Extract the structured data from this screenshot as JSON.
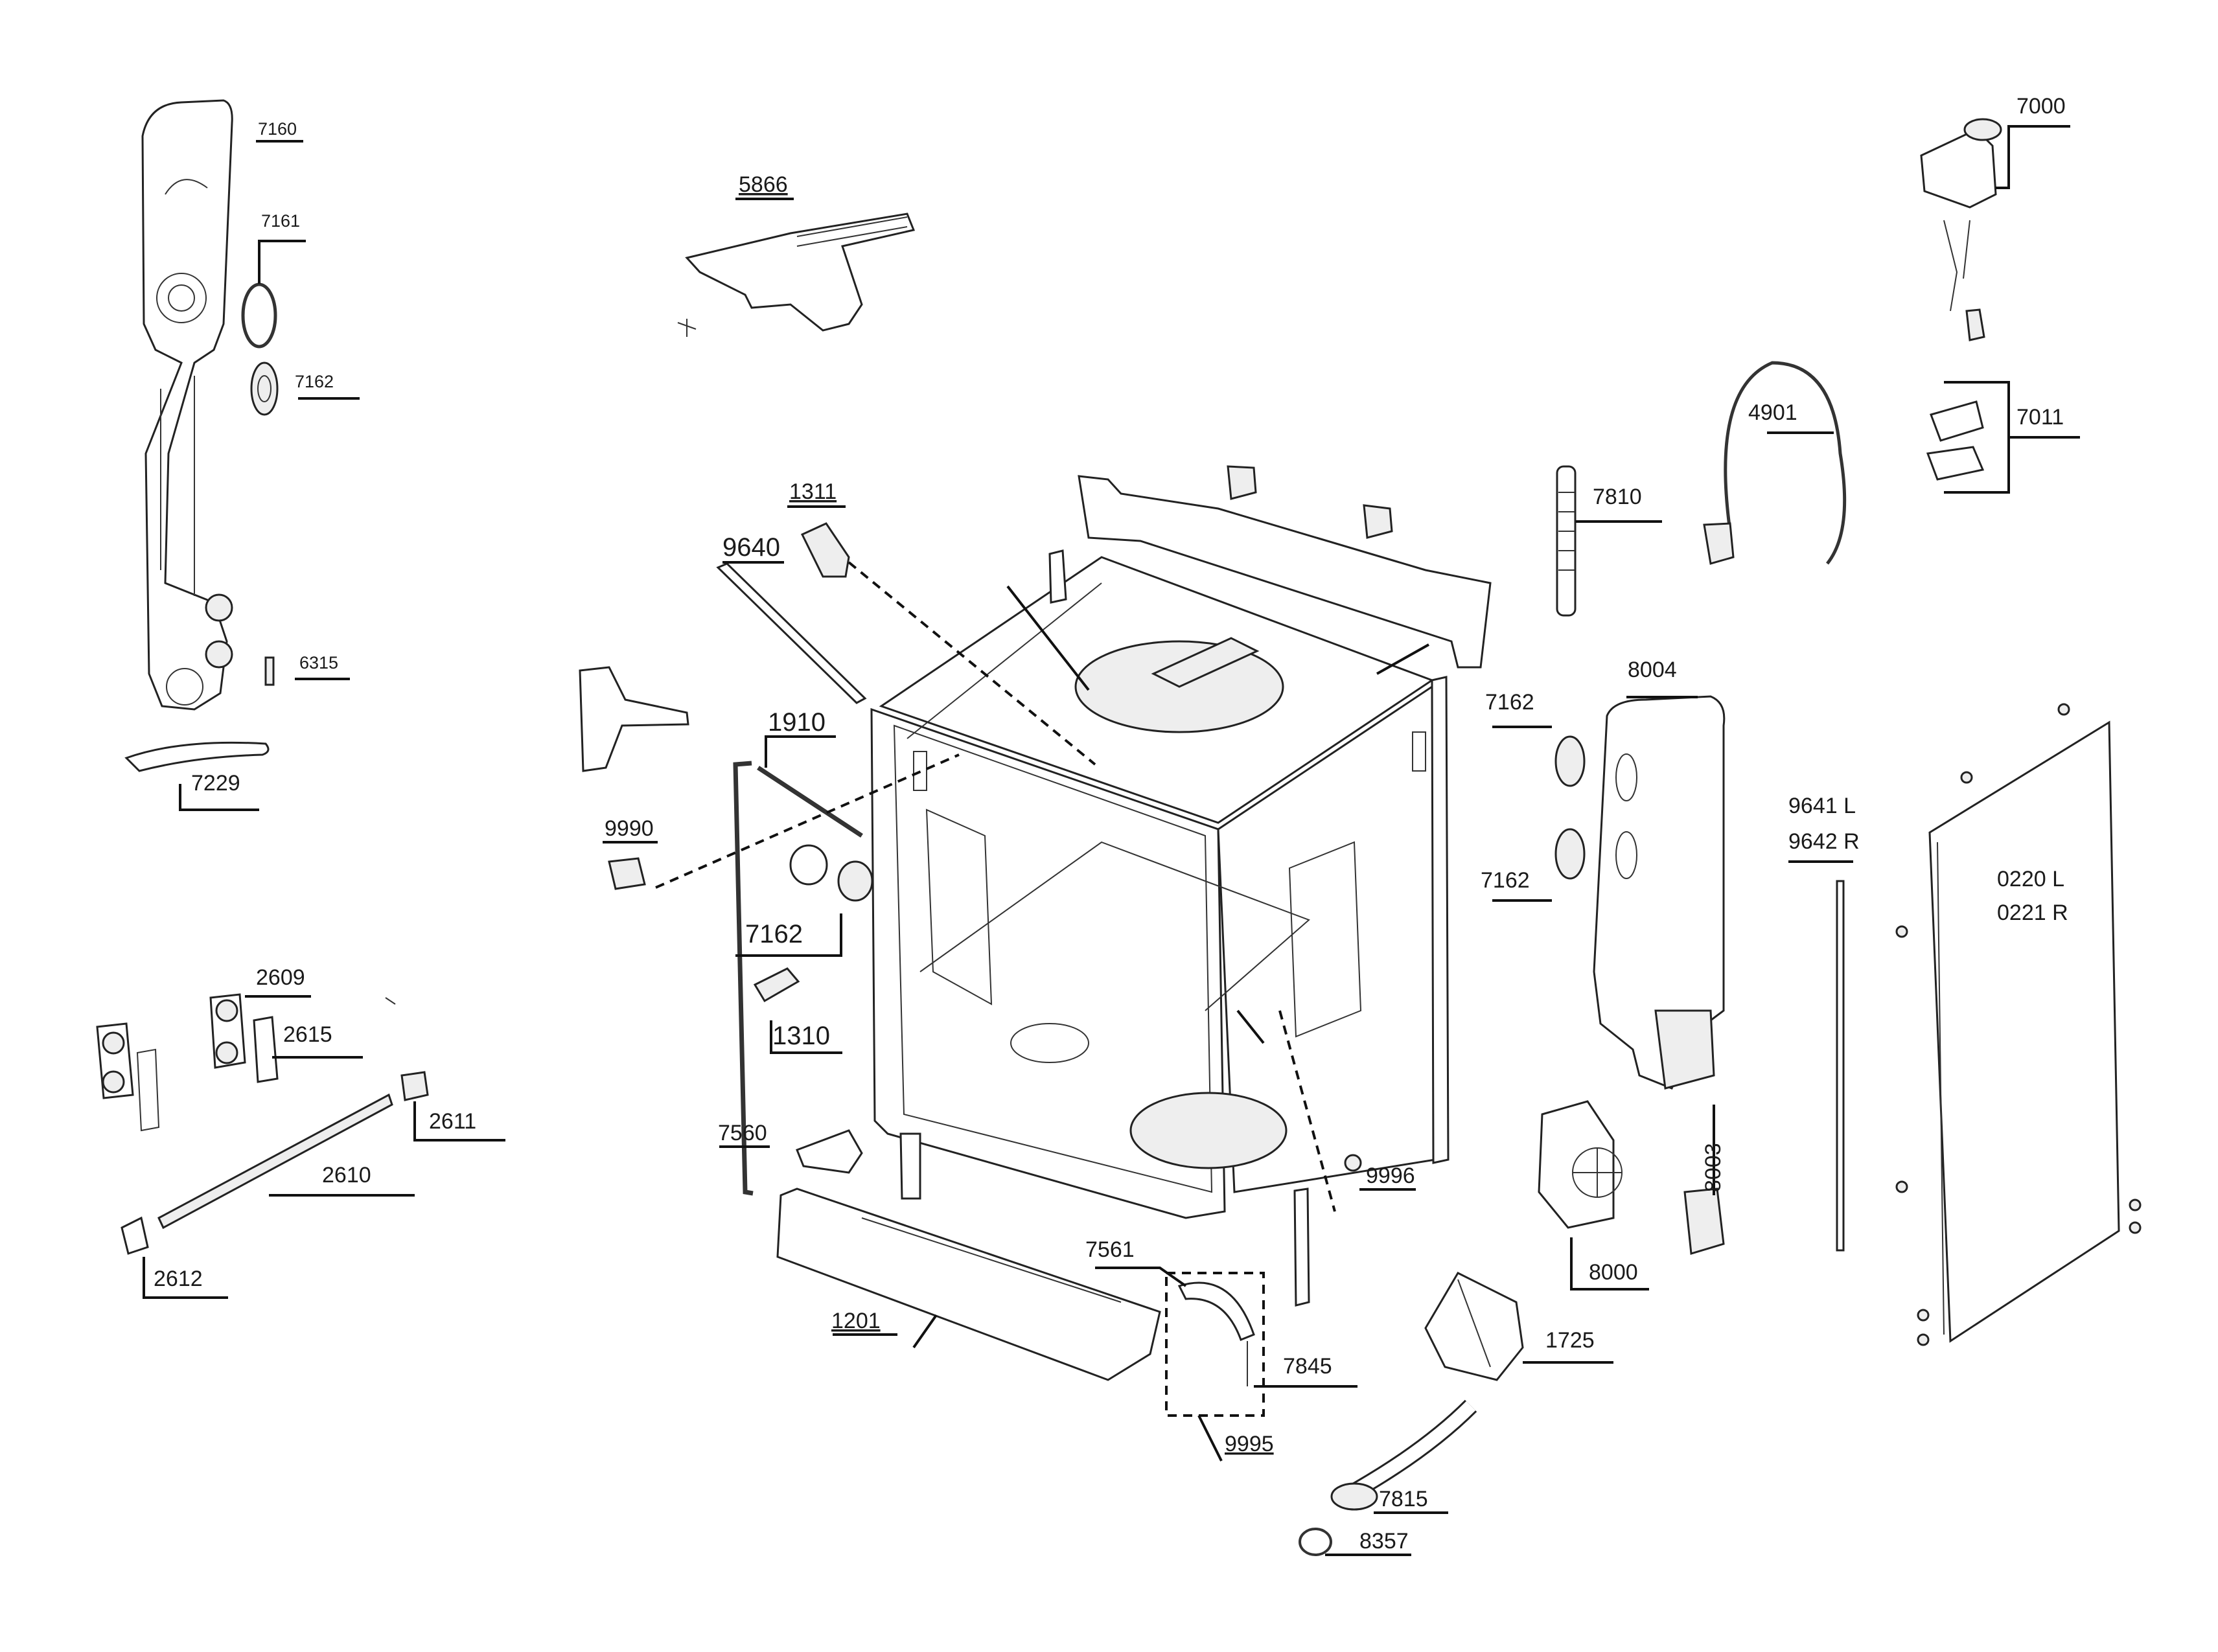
{
  "parts": [
    {
      "id": "7160",
      "label": "7160"
    },
    {
      "id": "7161",
      "label": "7161"
    },
    {
      "id": "7162a",
      "label": "7162"
    },
    {
      "id": "6315",
      "label": "6315"
    },
    {
      "id": "7229",
      "label": "7229"
    },
    {
      "id": "5866",
      "label": "5866"
    },
    {
      "id": "1311",
      "label": "1311"
    },
    {
      "id": "9640",
      "label": "9640"
    },
    {
      "id": "1910",
      "label": "1910"
    },
    {
      "id": "9990",
      "label": "9990"
    },
    {
      "id": "7162b",
      "label": "7162"
    },
    {
      "id": "1310",
      "label": "1310"
    },
    {
      "id": "2609",
      "label": "2609"
    },
    {
      "id": "2615",
      "label": "2615"
    },
    {
      "id": "2611",
      "label": "2611"
    },
    {
      "id": "2610",
      "label": "2610"
    },
    {
      "id": "2612",
      "label": "2612"
    },
    {
      "id": "7560",
      "label": "7560"
    },
    {
      "id": "1201",
      "label": "1201"
    },
    {
      "id": "7561",
      "label": "7561"
    },
    {
      "id": "7845",
      "label": "7845"
    },
    {
      "id": "9995",
      "label": "9995"
    },
    {
      "id": "9996",
      "label": "9996"
    },
    {
      "id": "7815",
      "label": "7815"
    },
    {
      "id": "8357",
      "label": "8357"
    },
    {
      "id": "1725",
      "label": "1725"
    },
    {
      "id": "8000",
      "label": "8000"
    },
    {
      "id": "8003",
      "label": "8003"
    },
    {
      "id": "7810",
      "label": "7810"
    },
    {
      "id": "4901",
      "label": "4901"
    },
    {
      "id": "7000",
      "label": "7000"
    },
    {
      "id": "7011",
      "label": "7011"
    },
    {
      "id": "8004",
      "label": "8004"
    },
    {
      "id": "7162c",
      "label": "7162"
    },
    {
      "id": "7162d",
      "label": "7162"
    },
    {
      "id": "9641",
      "label": "9641 L"
    },
    {
      "id": "9642",
      "label": "9642 R"
    },
    {
      "id": "0220",
      "label": "0220 L"
    },
    {
      "id": "0221",
      "label": "0221 R"
    }
  ]
}
